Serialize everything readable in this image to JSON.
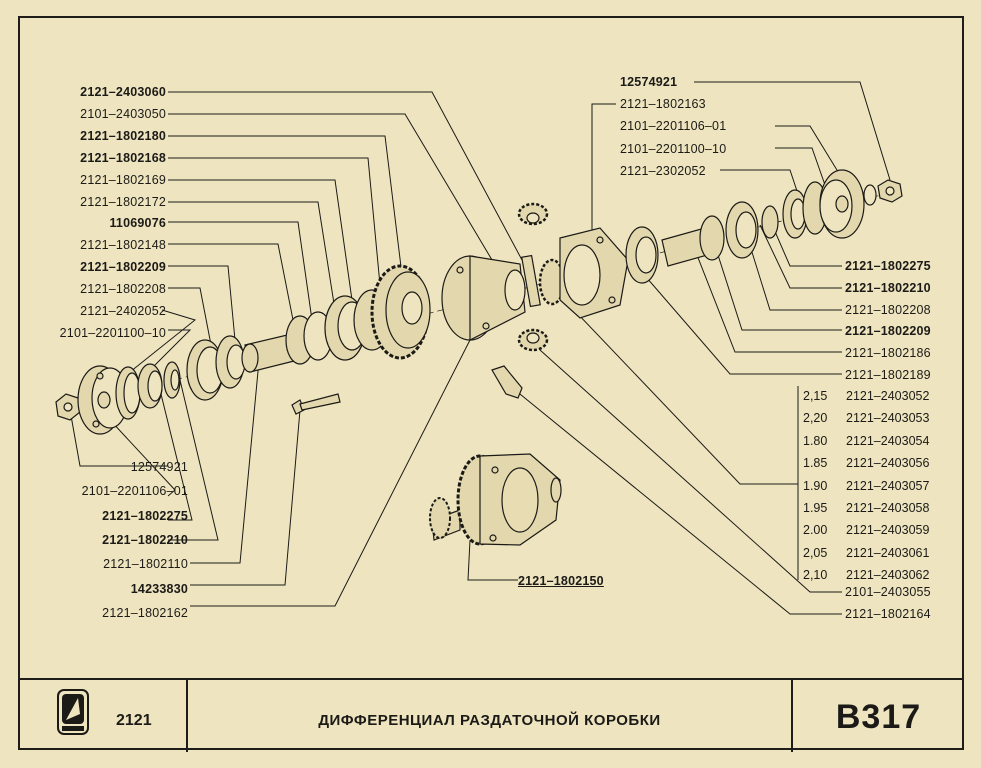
{
  "left_labels": [
    {
      "text": "2121–2403060",
      "bold": true
    },
    {
      "text": "2101–2403050",
      "bold": false
    },
    {
      "text": "2121–1802180",
      "bold": true
    },
    {
      "text": "2121–1802168",
      "bold": true
    },
    {
      "text": "2121–1802169",
      "bold": false
    },
    {
      "text": "2121–1802172",
      "bold": false
    },
    {
      "text": "11069076",
      "bold": true
    },
    {
      "text": "2121–1802148",
      "bold": false
    },
    {
      "text": "2121–1802209",
      "bold": true
    },
    {
      "text": "2121–1802208",
      "bold": false
    },
    {
      "text": "2121–2402052",
      "bold": false
    },
    {
      "text": "2101–2201100–10",
      "bold": false
    }
  ],
  "bottom_left_labels": [
    {
      "text": "12574921",
      "bold": false
    },
    {
      "text": "2101–2201106–01",
      "bold": false
    },
    {
      "text": "2121–1802275",
      "bold": true
    },
    {
      "text": "2121–1802210",
      "bold": true
    },
    {
      "text": "2121–1802110",
      "bold": false
    },
    {
      "text": "14233830",
      "bold": true
    },
    {
      "text": "2121–1802162",
      "bold": false
    }
  ],
  "top_right_labels": [
    {
      "text": "12574921",
      "bold": true
    },
    {
      "text": "2121–1802163",
      "bold": false
    },
    {
      "text": "2101–2201106–01",
      "bold": false
    },
    {
      "text": "2101–2201100–10",
      "bold": false
    },
    {
      "text": "2121–2302052",
      "bold": false
    }
  ],
  "right_labels": [
    {
      "text": "2121–1802275",
      "bold": true
    },
    {
      "text": "2121–1802210",
      "bold": true
    },
    {
      "text": "2121–1802208",
      "bold": false
    },
    {
      "text": "2121–1802209",
      "bold": true
    },
    {
      "text": "2121–1802186",
      "bold": false
    },
    {
      "text": "2121–1802189",
      "bold": false
    }
  ],
  "shim_table": [
    {
      "size": "2,15",
      "part": "2121–2403052"
    },
    {
      "size": "2,20",
      "part": "2121–2403053"
    },
    {
      "size": "1.80",
      "part": "2121–2403054"
    },
    {
      "size": "1.85",
      "part": "2121–2403056"
    },
    {
      "size": "1.90",
      "part": "2121–2403057"
    },
    {
      "size": "1.95",
      "part": "2121–2403058"
    },
    {
      "size": "2.00",
      "part": "2121–2403059"
    },
    {
      "size": "2,05",
      "part": "2121–2403061"
    },
    {
      "size": "2,10",
      "part": "2121–2403062"
    }
  ],
  "after_table_labels": [
    {
      "text": "2101–2403055",
      "bold": false
    },
    {
      "text": "2121–1802164",
      "bold": false
    }
  ],
  "assembly_label": "2121–1802150",
  "title_block": {
    "model": "2121",
    "title": "ДИФФЕРЕНЦИАЛ РАЗДАТОЧНОЙ КОРОБКИ",
    "sheet": "В317"
  },
  "colors": {
    "paper": "#eee5c0",
    "ink": "#1c1a17"
  }
}
